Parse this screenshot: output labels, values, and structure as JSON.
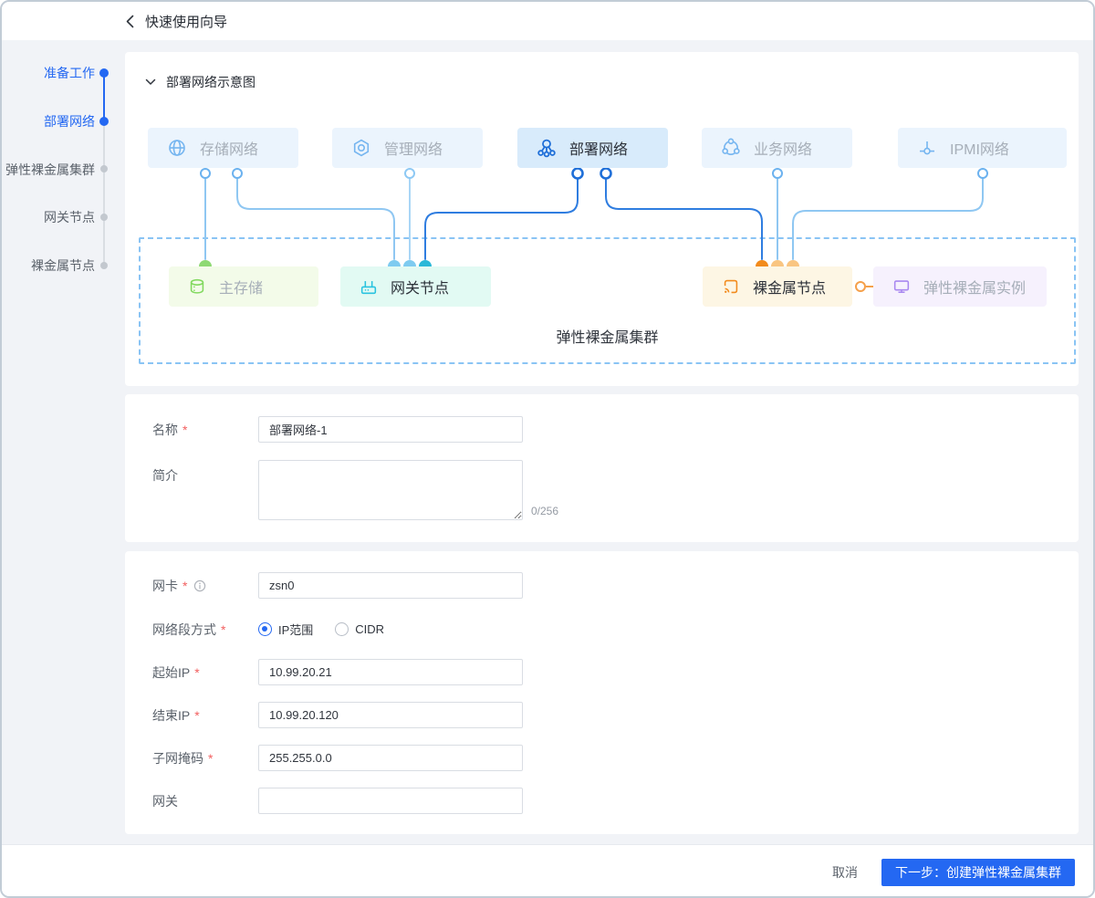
{
  "header": {
    "back_icon": "chevron-left-icon",
    "title": "快速使用向导"
  },
  "wizard_steps": {
    "items": [
      {
        "label": "准备工作",
        "state": "done"
      },
      {
        "label": "部署网络",
        "state": "active"
      },
      {
        "label": "弹性裸金属集群",
        "state": "pending"
      },
      {
        "label": "网关节点",
        "state": "pending"
      },
      {
        "label": "裸金属节点",
        "state": "pending"
      }
    ]
  },
  "diagram": {
    "section_title": "部署网络示意图",
    "cluster_label": "弹性裸金属集群",
    "top_nodes": [
      {
        "label": "存储网络",
        "icon": "globe-icon",
        "active": false
      },
      {
        "label": "管理网络",
        "icon": "hexagon-nut-icon",
        "active": false
      },
      {
        "label": "部署网络",
        "icon": "share-nodes-icon",
        "active": true
      },
      {
        "label": "业务网络",
        "icon": "molecule-icon",
        "active": false
      },
      {
        "label": "IPMI网络",
        "icon": "ground-icon",
        "active": false
      }
    ],
    "bottom_nodes": [
      {
        "label": "主存储",
        "icon": "database-icon",
        "theme": "green"
      },
      {
        "label": "网关节点",
        "icon": "router-icon",
        "theme": "cyan"
      },
      {
        "label": "裸金属节点",
        "icon": "cast-icon",
        "theme": "orange"
      },
      {
        "label": "弹性裸金属实例",
        "icon": "monitor-icon",
        "theme": "purple"
      }
    ],
    "colors": {
      "accent_blue": "#2468f2",
      "line_light_blue": "#8fc7f2",
      "line_dark_blue": "#2f7de0",
      "cap_green": "#8ed973",
      "cap_light_blue": "#7ecbf0",
      "cap_teal": "#2ab8d8",
      "cap_dark_orange": "#f28b1d",
      "cap_light_orange": "#f9c581",
      "link_orange": "#f5a04a"
    }
  },
  "form_basic": {
    "name_label": "名称",
    "name_value": "部署网络-1",
    "desc_label": "简介",
    "desc_value": "",
    "desc_counter": "0/256"
  },
  "form_network": {
    "nic_label": "网卡",
    "nic_value": "zsn0",
    "segment_label": "网络段方式",
    "segment_options": [
      {
        "label": "IP范围",
        "selected": true
      },
      {
        "label": "CIDR",
        "selected": false
      }
    ],
    "start_ip_label": "起始IP",
    "start_ip_value": "10.99.20.21",
    "end_ip_label": "结束IP",
    "end_ip_value": "10.99.20.120",
    "netmask_label": "子网掩码",
    "netmask_value": "255.255.0.0",
    "gateway_label": "网关",
    "gateway_value": ""
  },
  "footer": {
    "cancel_label": "取消",
    "next_label": "下一步：创建弹性裸金属集群"
  }
}
